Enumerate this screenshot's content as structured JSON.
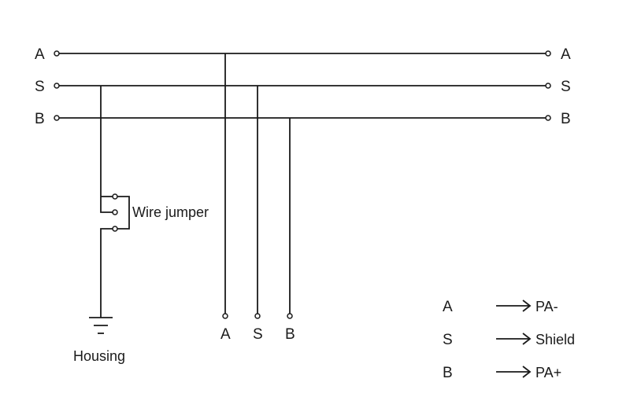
{
  "lines": {
    "a": "A",
    "s": "S",
    "b": "B"
  },
  "drops": {
    "a": "A",
    "s": "S",
    "b": "B"
  },
  "jumper_label": "Wire jumper",
  "ground_label": "Housing",
  "legend": [
    {
      "key": "A",
      "value": "PA-"
    },
    {
      "key": "S",
      "value": "Shield"
    },
    {
      "key": "B",
      "value": "PA+"
    }
  ]
}
